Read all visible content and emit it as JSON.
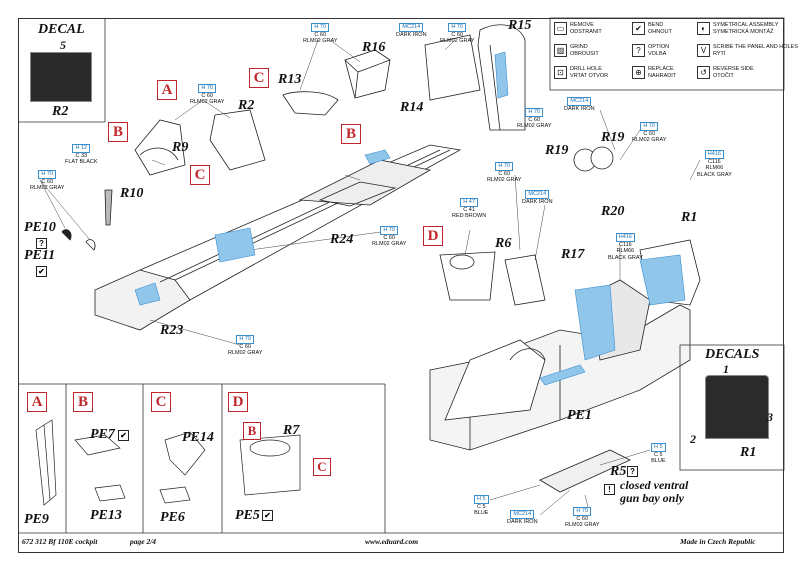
{
  "decal_title": "DECAL",
  "decal_number": "5",
  "decal_part": "R2",
  "decals_title": "DECALS",
  "decals_numbers": [
    "1",
    "2",
    "3"
  ],
  "decals_part": "R1",
  "legend": [
    {
      "icon": "remove-icon",
      "text": "REMOVE\nODSTRANIT"
    },
    {
      "icon": "bend-icon",
      "text": "BEND\nOHNOUT"
    },
    {
      "icon": "symmetric-icon",
      "text": "SYMETRICAL ASSEMBLY\nSYMETRICKÁ MONTÁŽ"
    },
    {
      "icon": "grind-icon",
      "text": "GRIND\nOBROUSIT"
    },
    {
      "icon": "option-icon",
      "text": "OPTION\nVOLBA"
    },
    {
      "icon": "scribe-icon",
      "text": "SCRIBE THE PANEL AND HOLES\nRYTÍ"
    },
    {
      "icon": "drill-icon",
      "text": "DRILL HOLE\nVRTAT OTVOR"
    },
    {
      "icon": "replace-icon",
      "text": "REPLACE\nNAHRADIT"
    },
    {
      "icon": "reverse-icon",
      "text": "REVERSE SIDE\nOTOČIT"
    }
  ],
  "parts": {
    "R2": "R2",
    "R9": "R9",
    "R10": "R10",
    "R13": "R13",
    "R14": "R14",
    "R15": "R15",
    "R16": "R16",
    "R19a": "R19",
    "R19b": "R19",
    "R20": "R20",
    "R1": "R1",
    "R24": "R24",
    "R6": "R6",
    "R17": "R17",
    "R23": "R23",
    "PE10": "PE10",
    "PE11": "PE11",
    "PE1": "PE1",
    "R5": "R5"
  },
  "callouts": [
    {
      "id": "c-r2",
      "box": "H 70",
      "lines": [
        "C 60",
        "RLM02 GRAY"
      ]
    },
    {
      "id": "c-r16",
      "box": "H 70",
      "lines": [
        "C 60",
        "RLM02 GRAY"
      ]
    },
    {
      "id": "c-r14a",
      "box": "MC214",
      "lines": [
        "DARK IRON"
      ]
    },
    {
      "id": "c-r14b",
      "box": "H 70",
      "lines": [
        "C 60",
        "RLM02 GRAY"
      ]
    },
    {
      "id": "c-r10a",
      "box": "H 12",
      "lines": [
        "C 33",
        "FLAT BLACK"
      ]
    },
    {
      "id": "c-r10b",
      "box": "H 70",
      "lines": [
        "C 60",
        "RLM02 GRAY"
      ]
    },
    {
      "id": "c-r15",
      "box": "H 70",
      "lines": [
        "C 60",
        "RLM02 GRAY"
      ]
    },
    {
      "id": "c-r19a",
      "box": "MC214",
      "lines": [
        "DARK IRON"
      ]
    },
    {
      "id": "c-r19b",
      "box": "H 70",
      "lines": [
        "C 60",
        "RLM02 GRAY"
      ]
    },
    {
      "id": "c-r1",
      "box": "H416",
      "lines": [
        "C116",
        "RLM66",
        "BLACK GRAY"
      ]
    },
    {
      "id": "c-r6a",
      "box": "H 70",
      "lines": [
        "C 60",
        "RLM02 GRAY"
      ]
    },
    {
      "id": "c-r6b",
      "box": "MC214",
      "lines": [
        "DARK IRON"
      ]
    },
    {
      "id": "c-r24",
      "box": "H 70",
      "lines": [
        "C 60",
        "RLM02 GRAY"
      ]
    },
    {
      "id": "c-d",
      "box": "H 47",
      "lines": [
        "C 41",
        "RED BROWN"
      ]
    },
    {
      "id": "c-r1b",
      "box": "H416",
      "lines": [
        "C116",
        "RLM66",
        "BLACK GRAY"
      ]
    },
    {
      "id": "c-r23",
      "box": "H 70",
      "lines": [
        "C 60",
        "RLM02 GRAY"
      ]
    },
    {
      "id": "c-pe1",
      "box": "H 5",
      "lines": [
        "C 5",
        "BLUE"
      ]
    },
    {
      "id": "c-pe1b",
      "box": "H 5",
      "lines": [
        "C 5",
        "BLUE"
      ]
    },
    {
      "id": "c-pe1c",
      "box": "MC214",
      "lines": [
        "DARK IRON"
      ]
    },
    {
      "id": "c-pe1d",
      "box": "H 70",
      "lines": [
        "C 60",
        "RLM02 GRAY"
      ]
    }
  ],
  "r5_note": "closed ventral\ngun bay only",
  "detail_letters": [
    "A",
    "B",
    "C",
    "D"
  ],
  "detail_parts": {
    "A": "PE9",
    "B1": "PE7",
    "B2": "PE13",
    "C1": "PE14",
    "C2": "PE6",
    "D1": "R7",
    "D2": "PE5"
  },
  "footer": {
    "code": "672 312  Bf 110E cockpit",
    "page": "page 2/4",
    "url": "www.eduard.com",
    "made": "Made in Czech Republic"
  },
  "colors": {
    "accent_red": "#c0272d",
    "accent_blue": "#3a8fd0",
    "paint_blue": "#8fc6ea"
  }
}
